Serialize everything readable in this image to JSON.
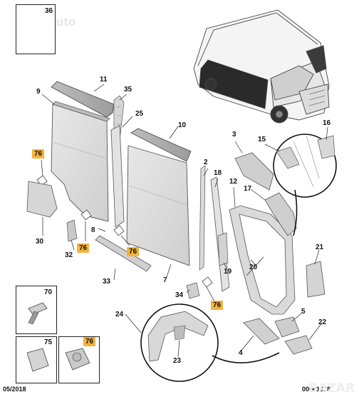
{
  "watermark": "vegaauto",
  "refs": {
    "r36": "36",
    "r11": "11",
    "r9": "9",
    "r35": "35",
    "r25": "25",
    "r10": "10",
    "r3": "3",
    "r15": "15",
    "r16": "16",
    "r76a": "76",
    "r2": "2",
    "r18": "18",
    "r12": "12",
    "r17": "17",
    "r30": "30",
    "r8": "8",
    "r76b": "76",
    "r32": "32",
    "r76c": "76",
    "r20": "20",
    "r21": "21",
    "r33": "33",
    "r7": "7",
    "r19": "19",
    "r34": "34",
    "r76d": "76",
    "r70": "70",
    "r24": "24",
    "r5": "5",
    "r22": "22",
    "r75": "75",
    "r76e": "76",
    "r4": "4",
    "r23": "23"
  },
  "footer": {
    "date": "05/2018",
    "code": "00061618"
  },
  "brand": "BAZAR"
}
